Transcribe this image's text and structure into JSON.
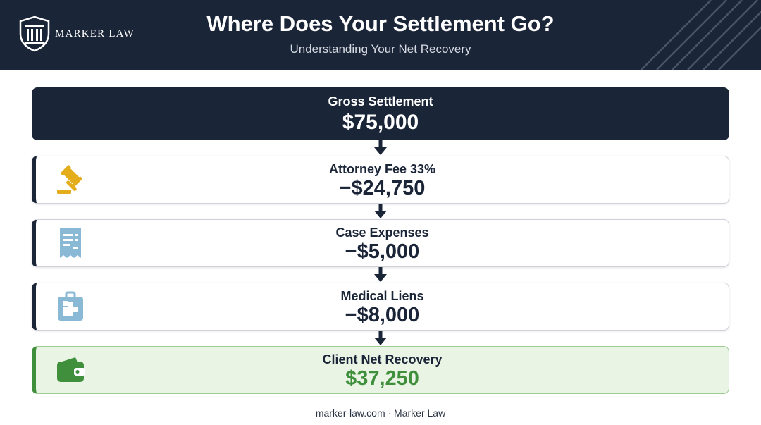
{
  "header": {
    "logo_text": "MARKER LAW",
    "title": "Where Does Your Settlement Go?",
    "subtitle": "Understanding Your Net Recovery"
  },
  "flow": {
    "gross": {
      "label": "Gross Settlement",
      "value": "$75,000"
    },
    "deductions": [
      {
        "label": "Attorney Fee 33%",
        "value": "−$24,750",
        "icon": "gavel-icon"
      },
      {
        "label": "Case Expenses",
        "value": "−$5,000",
        "icon": "receipt-icon"
      },
      {
        "label": "Medical Liens",
        "value": "−$8,000",
        "icon": "medical-kit-icon"
      }
    ],
    "net": {
      "label": "Client Net Recovery",
      "value": "$37,250",
      "icon": "wallet-icon"
    }
  },
  "footer": {
    "text": "marker-law.com · Marker Law"
  },
  "colors": {
    "navy": "#1b2538",
    "gold": "#e4ad1c",
    "light_blue": "#8ab9d6",
    "green": "#3f8f3c",
    "green_bg": "#eaf4e5"
  }
}
